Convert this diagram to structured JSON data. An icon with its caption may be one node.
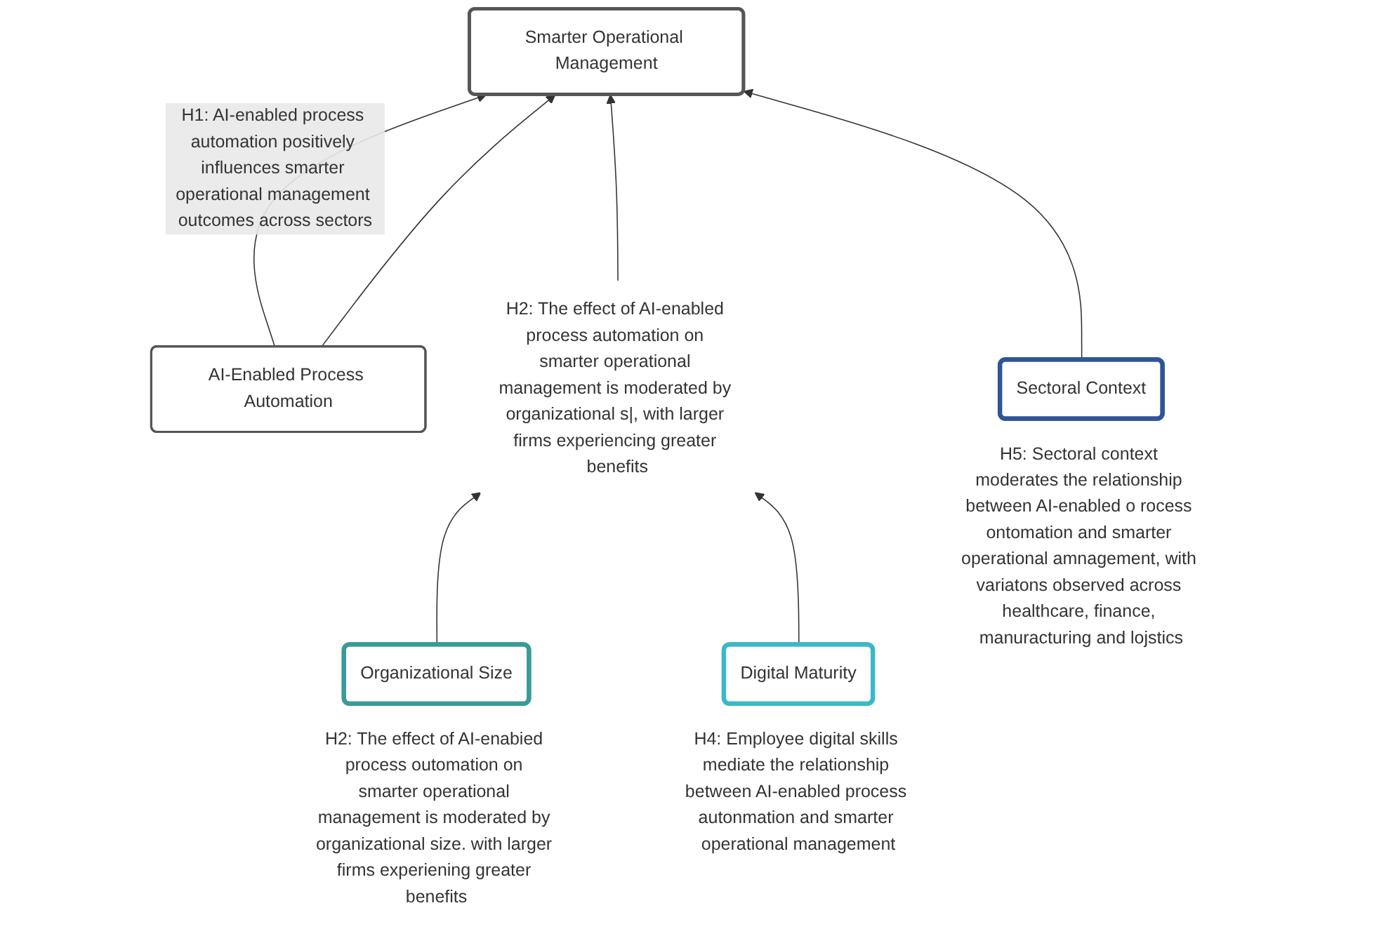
{
  "diagram": {
    "nodes": [
      {
        "text": [
          "AI-Enabled Process Automation"
        ]
      },
      {
        "text": [
          "Smarter Operational Management"
        ]
      },
      {
        "text": [
          "Organizational Size"
        ],
        "beside": [
          "H2: The effect of AI-enabied process outomation on smarter operational management is moderated by organizational size. with larger firms experiening greater benefits"
        ]
      },
      {
        "text": [
          "Digital Maturity"
        ],
        "beside": [
          "H4: Employee digital skills mediate the relationship between AI-enabled process autonmation and smarter operational management"
        ]
      },
      {
        "text": [
          "Sectoral Context"
        ],
        "beside": [
          "H5: Sectoral context moderates the relationship between AI-enabled o rocess ontomation and smarter operational amnagement, with variatons observed across healthcare, finance, manuracturing and lojstics"
        ]
      },
      {
        "text": [
          "H2: The effect of AI-enabled process automation on smarter operational management is moderated by organizational s|, with larger firms experiencing greater benefits"
        ]
      }
    ],
    "edges": [
      {
        "from": 0,
        "to": 1,
        "arrow": "to",
        "label": "H1: AI-enabled process automation positively influences smarter operational management outcomes across sectors"
      },
      {
        "from": 0,
        "to": 1,
        "arrow": "to"
      },
      {
        "from": 5,
        "to": 1,
        "arrow": "to"
      },
      {
        "from": 2,
        "to": 5,
        "arrow": "to"
      },
      {
        "from": 3,
        "to": 5,
        "arrow": "to"
      },
      {
        "from": 4,
        "to": 1,
        "arrow": "to"
      }
    ]
  }
}
